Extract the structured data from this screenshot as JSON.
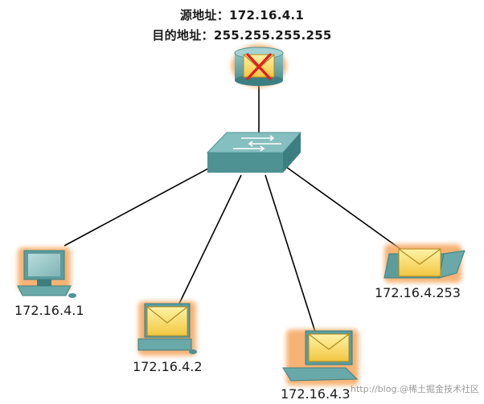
{
  "header": {
    "source_label": "源地址：",
    "source_ip": "172.16.4.1",
    "dest_label": "目的地址：",
    "dest_ip": "255.255.255.255"
  },
  "hosts": {
    "pc1": "172.16.4.1",
    "pc2": "172.16.4.2",
    "laptop3": "172.16.4.3",
    "laptop253": "172.16.4.253"
  },
  "watermark": "http://blog.@稀土掘金技术社区",
  "colors": {
    "device_teal": "#6aa9a9",
    "device_dark": "#3d7f80",
    "envelope": "#f6d258",
    "halo": "#f5a65b",
    "blocked_x": "#e02020",
    "link": "#000000"
  },
  "icons": [
    "router-icon",
    "switch-icon",
    "envelope-icon",
    "blocked-x-icon",
    "desktop-pc-icon",
    "laptop-icon"
  ]
}
